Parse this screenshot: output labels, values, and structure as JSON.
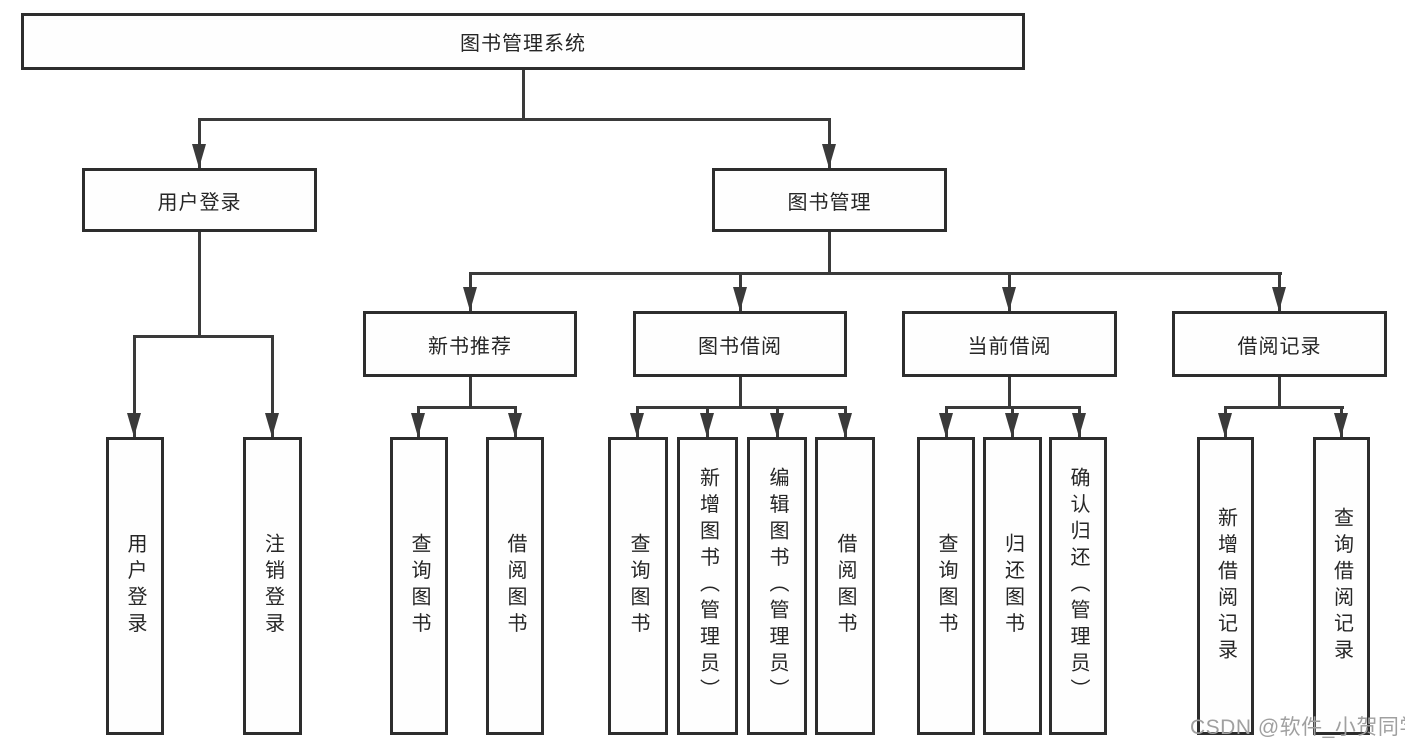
{
  "diagram": {
    "colors": {
      "background": "#ffffff",
      "box_border": "#2d2d2d",
      "line": "#3a3a3a",
      "text": "#262626",
      "watermark": "#a0a0a0"
    },
    "watermark": "CSDN @软件_小贺同学",
    "nodes": {
      "root": {
        "label": "图书管理系统"
      },
      "login": {
        "label": "用户登录"
      },
      "mgmt": {
        "label": "图书管理"
      },
      "newbook": {
        "label": "新书推荐"
      },
      "borrow": {
        "label": "图书借阅"
      },
      "current": {
        "label": "当前借阅"
      },
      "records": {
        "label": "借阅记录"
      },
      "leaf_user_login": {
        "label": "用户登录"
      },
      "leaf_logout": {
        "label": "注销登录"
      },
      "leaf_query_1": {
        "label": "查询图书"
      },
      "leaf_borrow_1": {
        "label": "借阅图书"
      },
      "leaf_query_2": {
        "label": "查询图书"
      },
      "leaf_add_book": {
        "label": "新增图书（管理员）"
      },
      "leaf_edit_book": {
        "label": "编辑图书（管理员）"
      },
      "leaf_borrow_2": {
        "label": "借阅图书"
      },
      "leaf_query_3": {
        "label": "查询图书"
      },
      "leaf_return": {
        "label": "归还图书"
      },
      "leaf_confirm_return": {
        "label": "确认归还（管理员）"
      },
      "leaf_add_record": {
        "label": "新增借阅记录"
      },
      "leaf_query_record": {
        "label": "查询借阅记录"
      }
    }
  }
}
